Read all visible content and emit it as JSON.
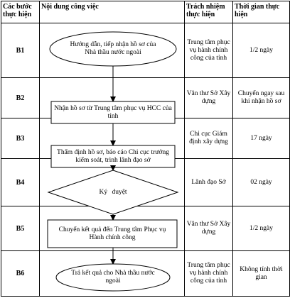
{
  "headers": {
    "step": "Các bước thực hiện",
    "content": "Nội dung công việc",
    "responsibility": "Trách nhiệm thực hiện",
    "time": "Thời gian thực hiện"
  },
  "rows": [
    {
      "step": "B1",
      "shape": "ellipse",
      "text": "Hướng dẫn, tiếp nhận hồ sơ của Nhà thầu nước ngoài",
      "responsibility": "Trung tâm phục vụ hành chính công của tỉnh",
      "time": "1/2 ngày"
    },
    {
      "step": "B2",
      "shape": "rect",
      "text": "Nhận hồ sơ từ Trung tâm phục vụ HCC của tỉnh",
      "responsibility": "Văn thư Sở Xây dựng",
      "time": "Chuyển ngay sau khi nhận hồ sơ"
    },
    {
      "step": "B3",
      "shape": "rect",
      "text": "Thẩm định hồ sơ, báo cáo Chi cục trưởng kiểm soát, trình lãnh đạo sở",
      "responsibility": "Chi cục Giám định xây dựng",
      "time": "17 ngày"
    },
    {
      "step": "B4",
      "shape": "diamond",
      "text": "Ký duyệt",
      "responsibility": "Lãnh đạo Sở",
      "time": "02 ngày"
    },
    {
      "step": "B5",
      "shape": "rect",
      "text": "Chuyển kết quả đến Trung tâm Phục vụ Hành chính công",
      "responsibility": "Văn thư Sở Xây dựng",
      "time": "1/2 ngày"
    },
    {
      "step": "B6",
      "shape": "ellipse",
      "text": "Trả kết quả cho Nhà thầu nước ngoài",
      "responsibility": "Trung tâm phục vụ hành chính công của tỉnh",
      "time": "Không tính thời gian"
    }
  ]
}
